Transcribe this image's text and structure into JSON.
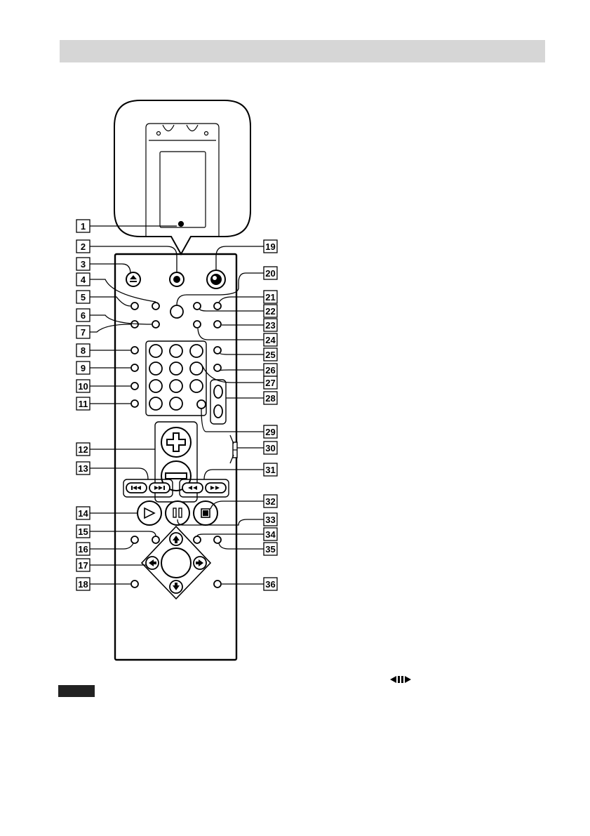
{
  "header_bar": {
    "color": "#d6d6d6"
  },
  "callouts": {
    "left": [
      "1",
      "2",
      "3",
      "4",
      "5",
      "6",
      "7",
      "8",
      "9",
      "10",
      "11",
      "12",
      "13",
      "14",
      "15",
      "16",
      "17",
      "18"
    ],
    "right": [
      "19",
      "20",
      "21",
      "22",
      "23",
      "24",
      "25",
      "26",
      "27",
      "28",
      "29",
      "30",
      "31",
      "32",
      "33",
      "34",
      "35",
      "36"
    ]
  },
  "icons": {
    "eject": "eject-icon",
    "power": "power-icon",
    "volume_plus": "plus-icon",
    "volume_minus": "minus-icon",
    "prev": "skip-prev-icon",
    "next": "skip-next-icon",
    "rewind": "rewind-icon",
    "fast_forward": "fast-forward-icon",
    "play": "play-icon",
    "pause": "pause-icon",
    "stop": "stop-icon",
    "up": "arrow-up-icon",
    "down": "arrow-down-icon",
    "left": "arrow-left-icon",
    "right": "arrow-right-icon",
    "slow": "slow-play-icon"
  },
  "note_label_color": "#222222"
}
